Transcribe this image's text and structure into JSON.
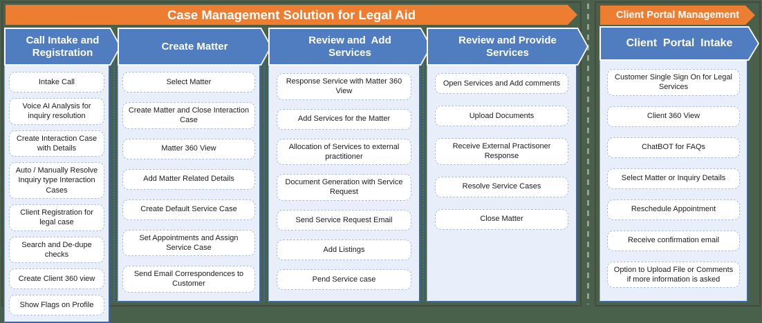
{
  "colors": {
    "canvas_green": "#49604a",
    "section_border": "#474a41",
    "banner_orange": "#ED7D31",
    "header_blue": "#4F7DC0",
    "panel_bg": "#E9EFFA",
    "panel_border": "#8FA8CE",
    "box_border": "#A9BCDC",
    "divider_blue": "#2E6FD2",
    "divider_gray": "#9E9E98",
    "text_dark": "#1A1A1A",
    "text_white": "#FFFFFF"
  },
  "sections": {
    "main": {
      "banner": "Case Management Solution for Legal Aid",
      "columns": [
        {
          "header": "Call Intake and Registration",
          "items": [
            "Intake Call",
            "Voice AI Analysis for inquiry resolution",
            "Create Interaction Case with Details",
            "Auto / Manually Resolve Inquiry type Interaction Cases",
            "Client Registration for legal case",
            "Search and De-dupe checks",
            "Create Client 360 view",
            "Show Flags on Profile"
          ]
        },
        {
          "header": "Create Matter",
          "items": [
            "Select Matter",
            "Create Matter and Close Interaction Case",
            "Matter 360 View",
            "Add Matter Related Details",
            "Create Default Service Case",
            "Set Appointments and Assign Service Case",
            "Send Email Correspondences to Customer"
          ]
        },
        {
          "header": "Review and  Add Services",
          "items": [
            "Response  Service with Matter 360 View",
            "Add Services for the Matter",
            "Allocation of Services to external practitioner",
            "Document Generation with Service Request",
            "Send Service Request Email",
            "Add Listings",
            "Pend Service case"
          ]
        },
        {
          "header": "Review and Provide Services",
          "items": [
            "Open Services and Add comments",
            "Upload Documents",
            "Receive External Practisoner Response",
            "Resolve Service Cases",
            "Close Matter"
          ]
        }
      ]
    },
    "portal": {
      "banner": "Client Portal Management",
      "column": {
        "header": "Client  Portal  Intake",
        "items": [
          "Customer Single Sign On for Legal Services",
          "Client 360 View",
          "ChatBOT for FAQs",
          "Select Matter or Inquiry Details",
          "Reschedule Appointment",
          "Receive confirmation email",
          "Option to Upload File or Comments if more information is asked"
        ]
      }
    }
  }
}
